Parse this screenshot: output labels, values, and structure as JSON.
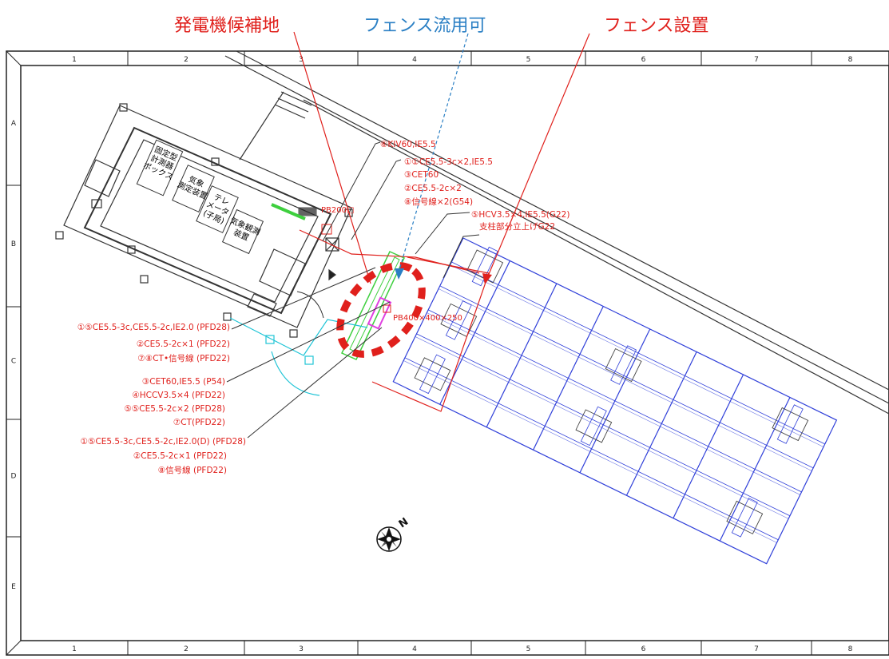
{
  "callouts": {
    "generator": "発電機候補地",
    "fence_reuse": "フェンス流用可",
    "fence_install": "フェンス設置"
  },
  "columns": [
    "1",
    "2",
    "3",
    "4",
    "5",
    "6",
    "7",
    "8"
  ],
  "rows": [
    "A",
    "B",
    "C",
    "D",
    "E"
  ],
  "building": {
    "panel1": "固定型\n計測器\nボックス",
    "panel2": "気象\n測定装置",
    "panel3": "テレ\nメータ\n(子局)",
    "panel4": "気象観測\n装置",
    "pb200": "PB200□",
    "pb400": "PB400×400×250"
  },
  "labels_top": [
    "⑥KIV60,IE5.5",
    "①①CE5.5-3c×2,IE5.5",
    "③CET60",
    "②CE5.5-2c×2",
    "⑧信号線×2(G54)",
    "⑤HCV3.5×4,IE5.5(G22)",
    "支柱部分立上げG22"
  ],
  "labels_left_1": [
    "①⑤CE5.5-3c,CE5.5-2c,IE2.0 (PFD28)",
    "②CE5.5-2c×1  (PFD22)",
    "⑦⑧CT•信号線  (PFD22)"
  ],
  "labels_left_2": [
    "③CET60,IE5.5 (P54)",
    "④HCCV3.5×4 (PFD22)",
    "⑤⑤CE5.5-2c×2 (PFD28)",
    "⑦CT(PFD22)"
  ],
  "labels_left_3": [
    "①⑤CE5.5-3c,CE5.5-2c,IE2.0(D) (PFD28)",
    "②CE5.5-2c×1  (PFD22)",
    "⑧信号線  (PFD22)"
  ],
  "compass_letter": "N",
  "colors": {
    "annotation_red": "#e0201c",
    "annotation_blue": "#2a7fc4",
    "solar_blue": "#2f3fd9",
    "cable_green": "#3ecf3e",
    "frame": "#222222"
  }
}
